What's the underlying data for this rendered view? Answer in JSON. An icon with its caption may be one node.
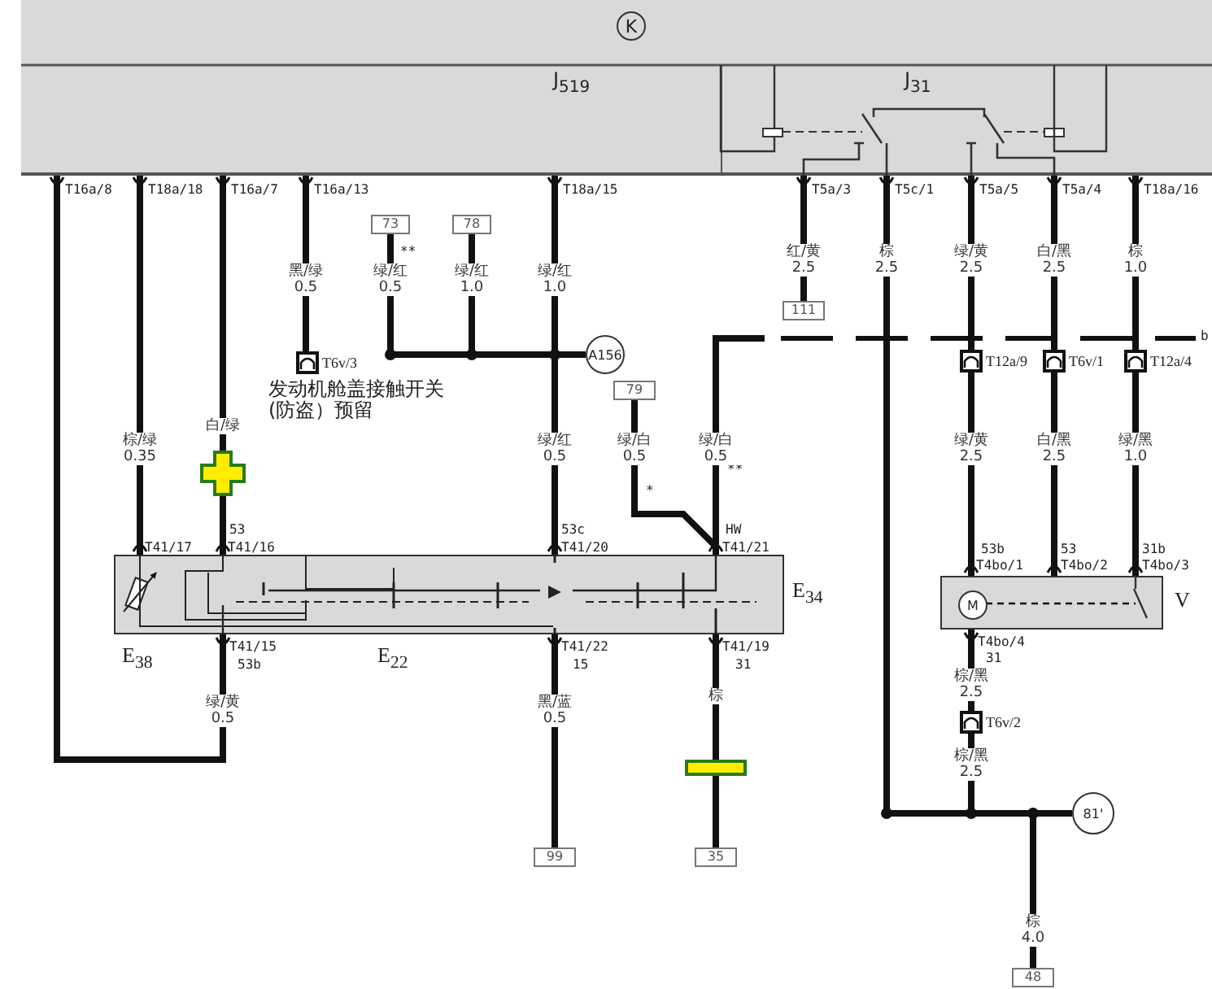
{
  "diagram": {
    "nodes": [
      {
        "text": [
          "J$_{519}$"
        ]
      },
      {
        "text": [
          "J$_{31}$"
        ],
        "in": 0
      },
      {
        "text": [
          "73"
        ]
      },
      {
        "text": [
          "78"
        ]
      },
      {
        "text": [
          "T6v/3"
        ],
        "beside": [
          "发动机舱盖接触开关(防盗）预留"
        ]
      },
      {
        "text": [
          "A156"
        ]
      },
      {
        "text": [
          "111"
        ]
      },
      {
        "text": [
          "79"
        ]
      },
      {
        "text": [],
        "shape": "box",
        "beside": [
          "E$_{38}$",
          "E$_{22}$",
          "E$_{34}$"
        ]
      },
      {
        "text": [
          "T12a/9"
        ]
      },
      {
        "text": [
          "T6v/1"
        ]
      },
      {
        "text": [
          "T12a/4"
        ]
      },
      {
        "text": [],
        "shape": "box",
        "beside": [
          "V"
        ]
      },
      {
        "text": [
          "M"
        ],
        "in": 12
      },
      {
        "text": [
          "T6v/2"
        ]
      },
      {
        "text": [
          "81'"
        ]
      },
      {
        "text": [
          "99"
        ]
      },
      {
        "text": [
          "35"
        ]
      },
      {
        "text": [
          "48"
        ]
      }
    ],
    "edges": [
      {
        "from": 0,
        "to": 8,
        "arrow": "none",
        "label": "绿/黄 0.5"
      },
      {
        "from": 0,
        "to": 8,
        "arrow": "none",
        "label": "棕/绿 0.35"
      },
      {
        "from": 0,
        "to": 8,
        "arrow": "none",
        "label": "白/绿"
      },
      {
        "from": 0,
        "to": 4,
        "arrow": "none",
        "label": "黑/绿 0.5"
      },
      {
        "from": 2,
        "to": 5,
        "arrow": "none",
        "label": "绿/红 0.5"
      },
      {
        "from": 3,
        "to": 5,
        "arrow": "none",
        "label": "绿/红 1.0"
      },
      {
        "from": 0,
        "to": 8,
        "arrow": "none",
        "label": "绿/红 1.0"
      },
      {
        "from": 7,
        "to": 8,
        "arrow": "none",
        "label": "绿/白 0.5"
      },
      {
        "from": null,
        "to": 8,
        "arrow": "none",
        "label": "绿/白 0.5"
      },
      {
        "from": 1,
        "to": 6,
        "arrow": "none",
        "label": "红/黄 2.5"
      },
      {
        "from": 1,
        "to": 15,
        "arrow": "none",
        "label": "棕 2.5"
      },
      {
        "from": 1,
        "to": 9,
        "arrow": "none",
        "label": "绿/黄 2.5"
      },
      {
        "from": 9,
        "to": 12,
        "arrow": "none",
        "label": "绿/黄 2.5"
      },
      {
        "from": 1,
        "to": 10,
        "arrow": "none",
        "label": "白/黑 2.5"
      },
      {
        "from": 10,
        "to": 12,
        "arrow": "none",
        "label": "白/黑 2.5"
      },
      {
        "from": 1,
        "to": 11,
        "arrow": "none",
        "label": "棕 1.0"
      },
      {
        "from": 11,
        "to": 12,
        "arrow": "none",
        "label": "绿/黑 1.0"
      },
      {
        "from": 12,
        "to": 14,
        "arrow": "none",
        "label": "棕/黑 2.5"
      },
      {
        "from": 14,
        "to": 15,
        "arrow": "none",
        "label": "棕/黑 2.5"
      },
      {
        "from": 8,
        "to": 16,
        "arrow": "none",
        "label": "黑/蓝 0.5"
      },
      {
        "from": 8,
        "to": 17,
        "arrow": "none",
        "label": "棕"
      },
      {
        "from": 15,
        "to": 18,
        "arrow": "none",
        "label": "棕 4.0"
      },
      {
        "from": 13,
        "to": null,
        "arrow": "none",
        "style": "dashed"
      }
    ],
    "labels": [
      "K",
      "T16a/8",
      "T18a/18",
      "T16a/7",
      "T16a/13",
      "T18a/15",
      "T5a/3",
      "T5c/1",
      "T5a/5",
      "T5a/4",
      "T18a/16",
      "**",
      "绿/红 0.5",
      "*",
      "**",
      "b",
      "53",
      "T41/17",
      "T41/16",
      "53c",
      "T41/20",
      "HW",
      "T41/21",
      "T41/15",
      "53b",
      "T41/22",
      "15",
      "T41/19",
      "31",
      "53b",
      "T4bo/1",
      "53",
      "T4bo/2",
      "31b",
      "T4bo/3",
      "T4bo/4",
      "31"
    ]
  }
}
